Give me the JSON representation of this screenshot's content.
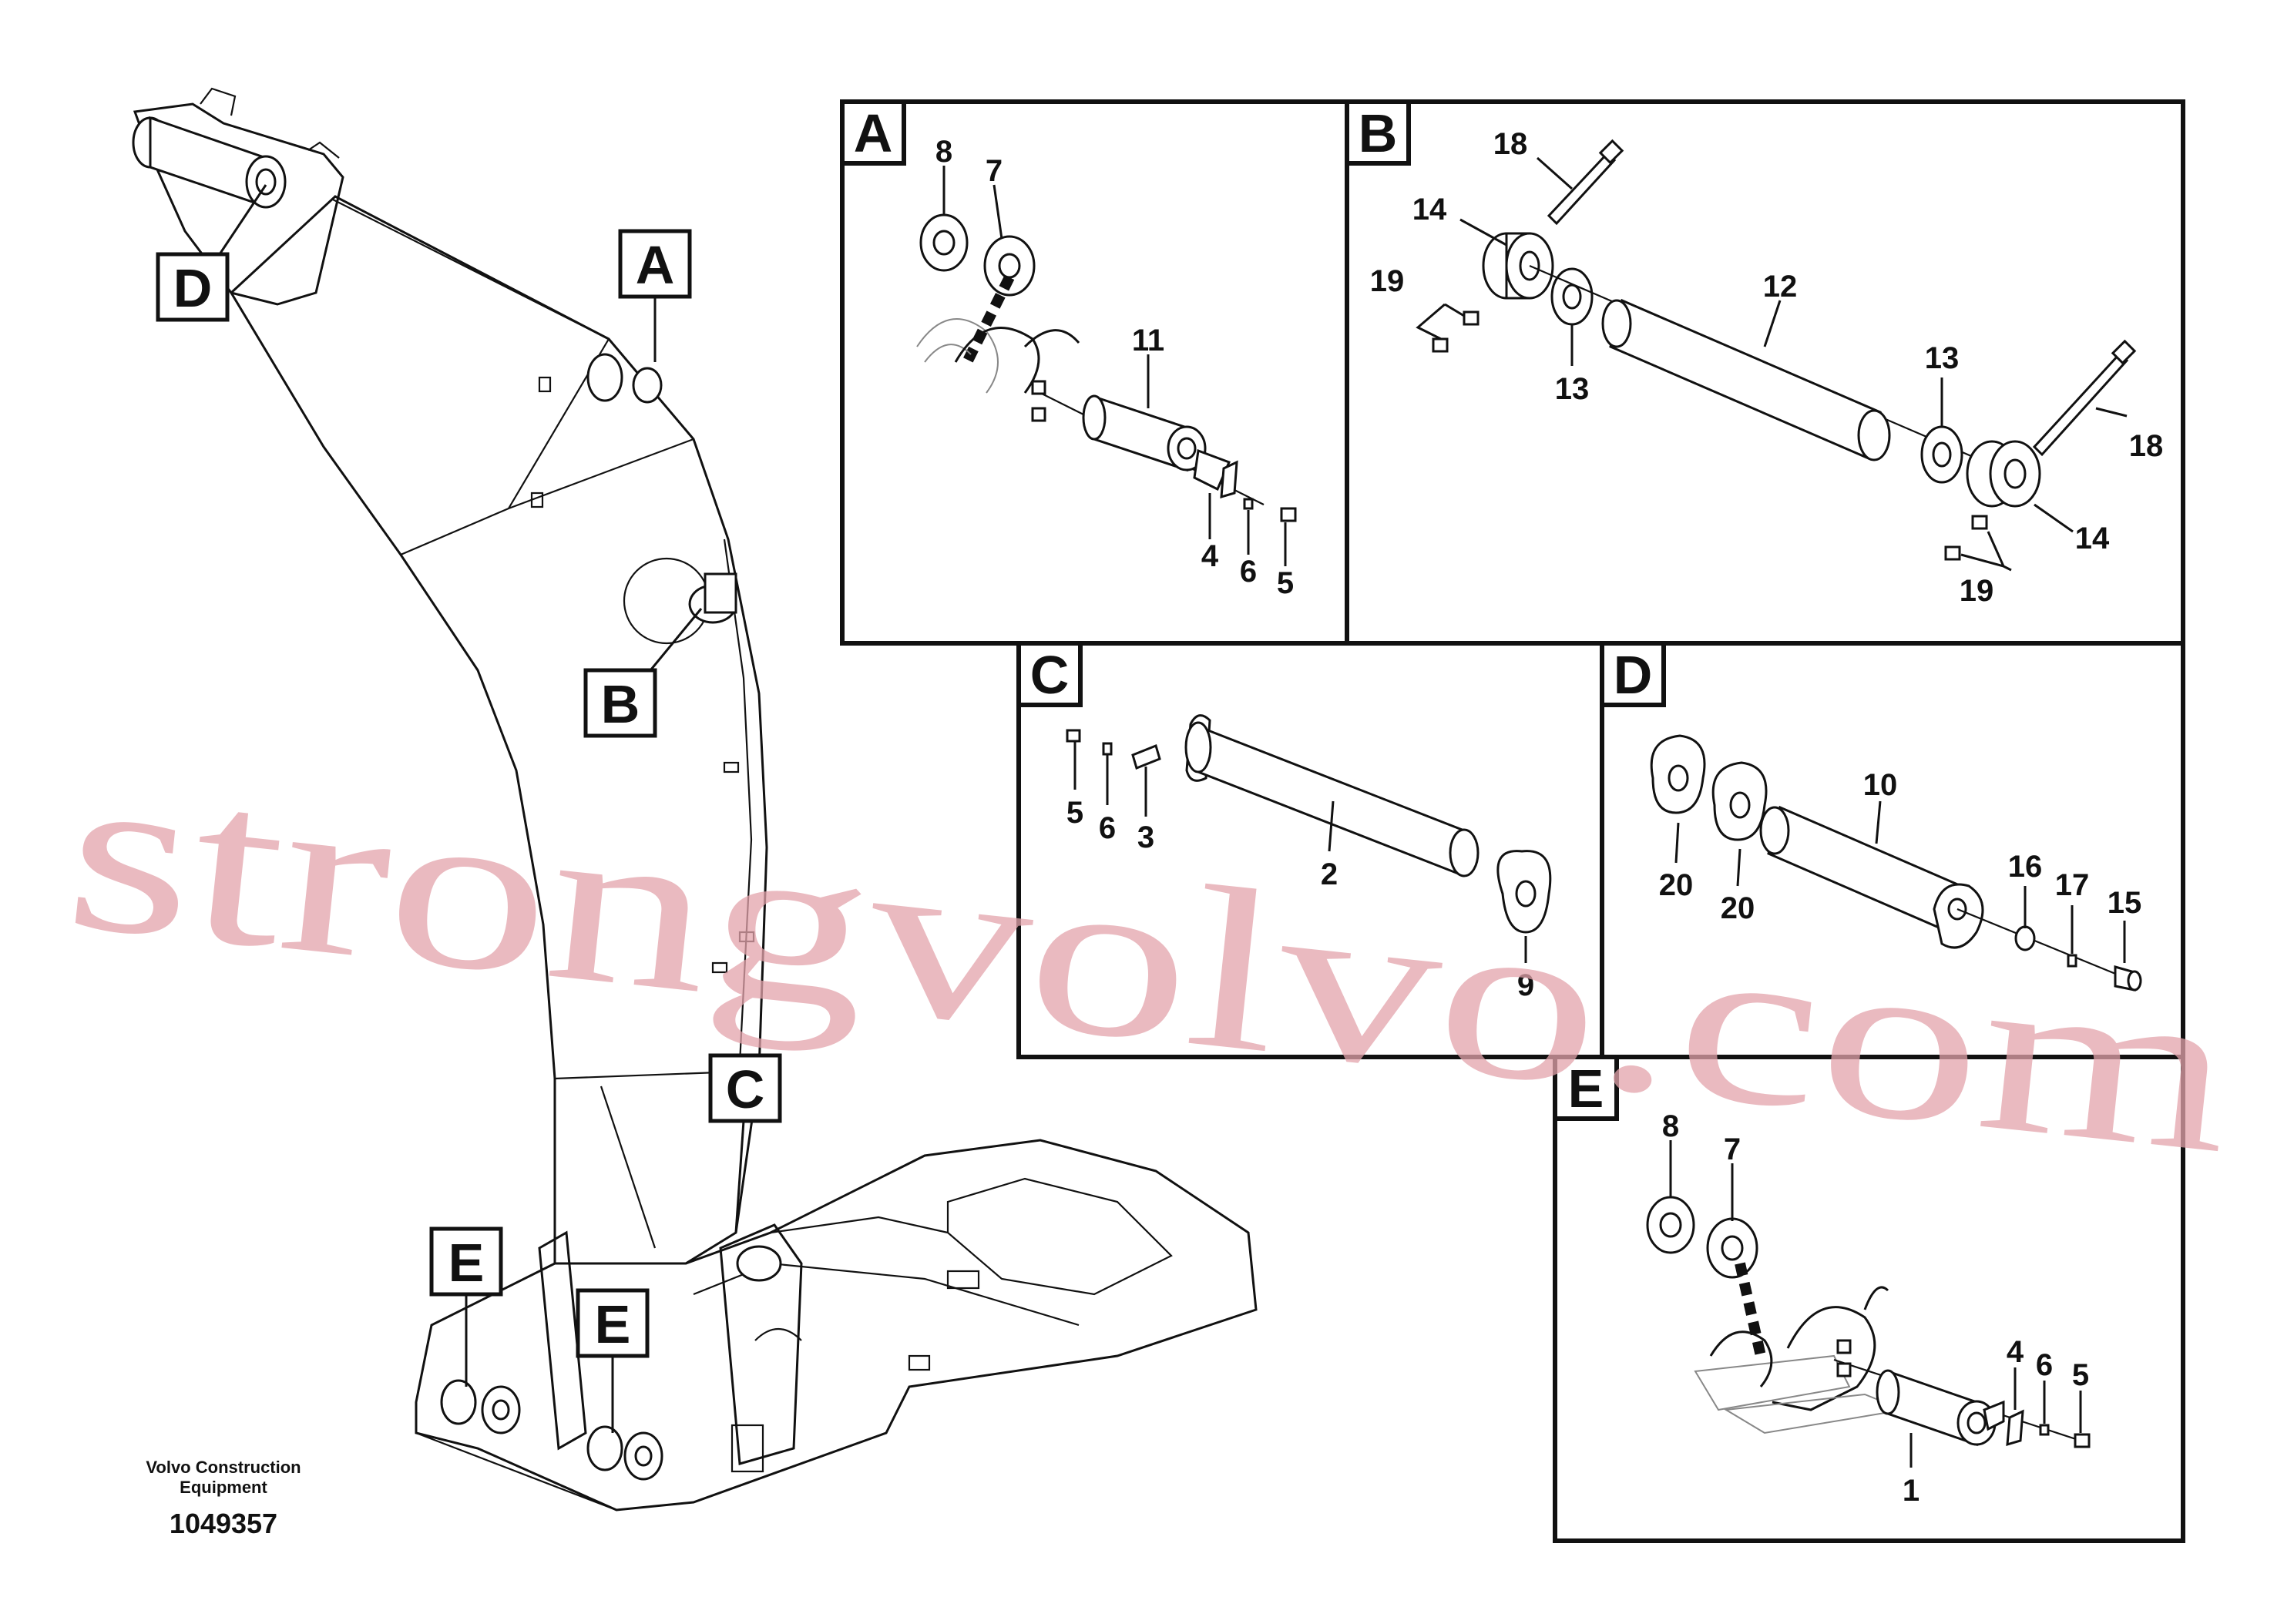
{
  "watermark": {
    "text": "strongvolvo.com",
    "color": "#e3a3ab"
  },
  "footer": {
    "manufacturer_line1": "Volvo Construction",
    "manufacturer_line2": "Equipment",
    "drawing_number": "1049357"
  },
  "main_callouts": [
    {
      "id": "callout-d",
      "label": "D"
    },
    {
      "id": "callout-a",
      "label": "A"
    },
    {
      "id": "callout-b",
      "label": "B"
    },
    {
      "id": "callout-c",
      "label": "C"
    },
    {
      "id": "callout-e-left",
      "label": "E"
    },
    {
      "id": "callout-e-right",
      "label": "E"
    }
  ],
  "panels": {
    "A": {
      "label": "A",
      "parts": [
        "8",
        "7",
        "11",
        "4",
        "6",
        "5"
      ]
    },
    "B": {
      "label": "B",
      "parts": [
        "18",
        "14",
        "19",
        "13",
        "12",
        "13",
        "18",
        "14",
        "19"
      ]
    },
    "C": {
      "label": "C",
      "parts": [
        "5",
        "6",
        "3",
        "2",
        "9"
      ]
    },
    "D": {
      "label": "D",
      "parts": [
        "10",
        "20",
        "20",
        "16",
        "17",
        "15"
      ]
    },
    "E": {
      "label": "E",
      "parts": [
        "8",
        "7",
        "4",
        "6",
        "5",
        "1"
      ]
    }
  }
}
